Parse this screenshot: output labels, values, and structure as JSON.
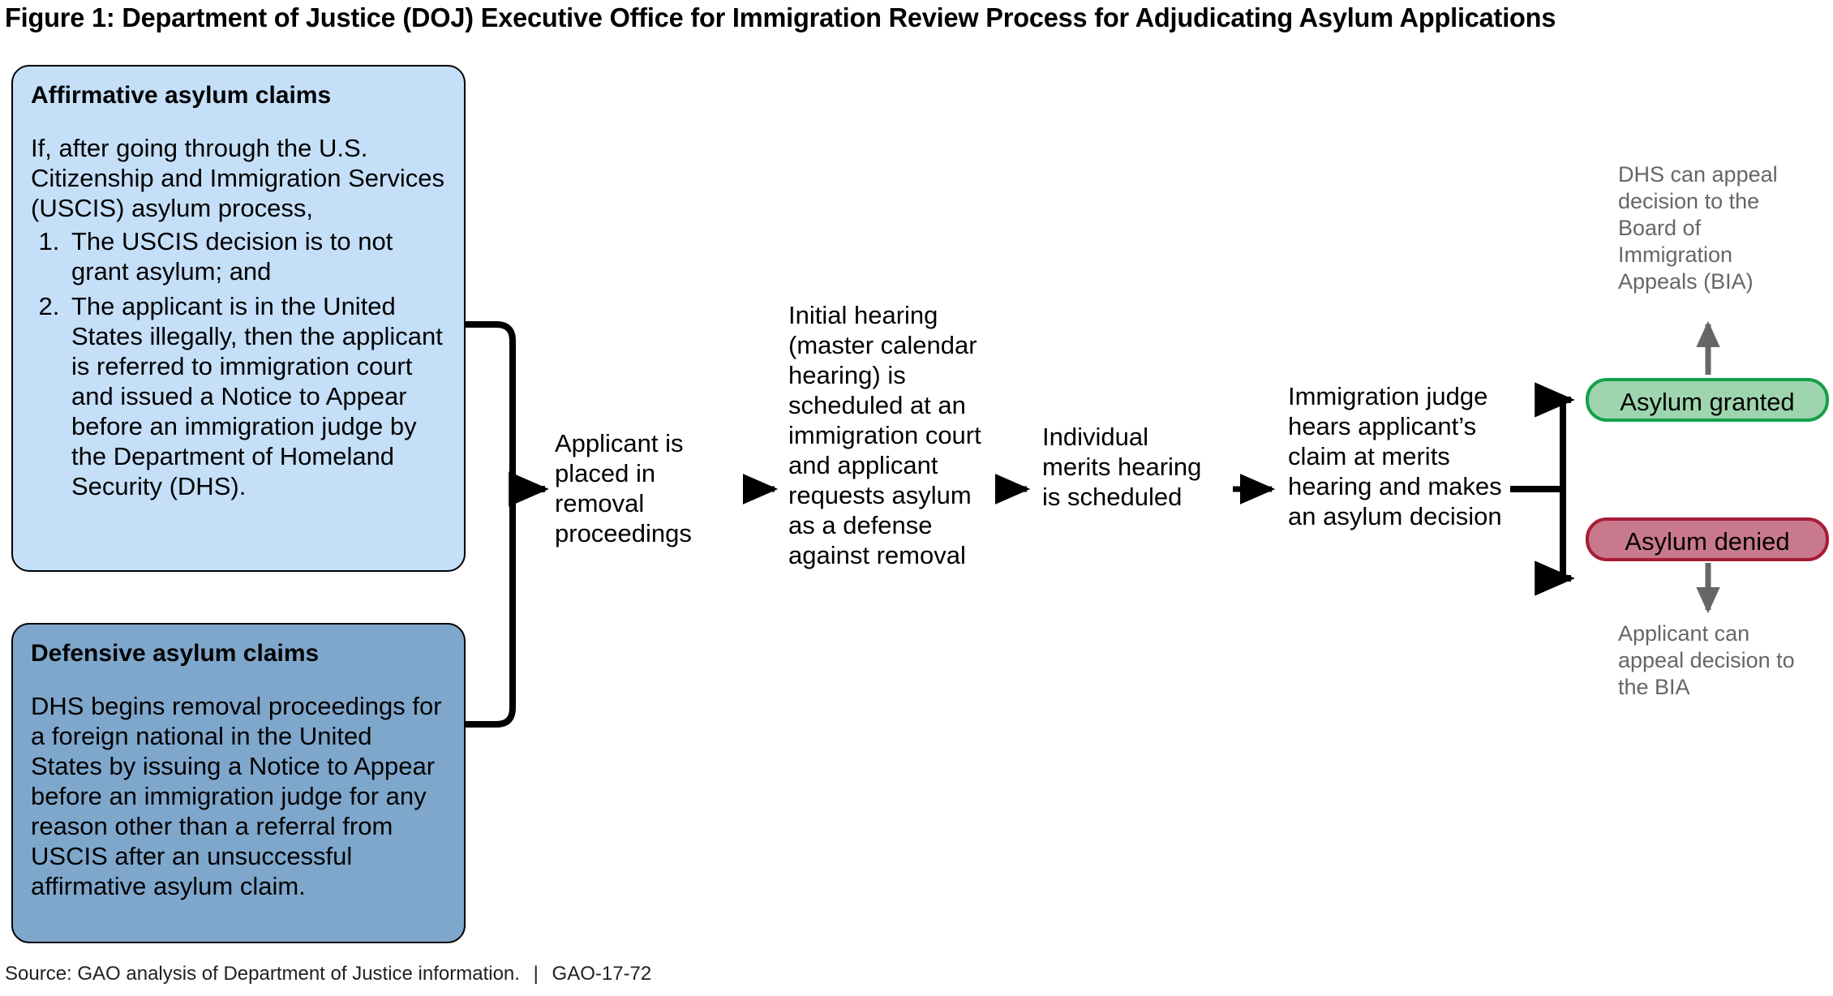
{
  "figure": {
    "title": "Figure 1: Department of Justice (DOJ) Executive Office for Immigration Review Process for Adjudicating Asylum Applications"
  },
  "colors": {
    "affirmative_fill": "#c5dff8",
    "defensive_fill": "#7fa7cc",
    "granted_fill": "#9ed5ae",
    "granted_border": "#15a04a",
    "denied_fill": "#c9798d",
    "denied_border": "#a81c36",
    "note_text": "#666666",
    "connector": "#000000",
    "appeal_arrow": "#666666"
  },
  "inputs": {
    "affirmative": {
      "heading": "Affirmative asylum claims",
      "intro": "If, after going through the U.S. Citizenship and Immigration Services (USCIS) asylum process,",
      "items": [
        "The USCIS decision is to not grant asylum; and",
        "The applicant is in the United States illegally, then the applicant is referred to immigration court and issued a Notice to Appear before an immigration judge by the Department of Homeland Security (DHS)."
      ]
    },
    "defensive": {
      "heading": "Defensive asylum claims",
      "body": "DHS begins removal proceedings for a foreign national in the United States by issuing a Notice to Appear before an immigration judge for any reason other than a referral from USCIS after an unsuccessful affirmative asylum claim."
    }
  },
  "process_steps": [
    {
      "id": "removal",
      "label": "Applicant is placed in removal proceedings"
    },
    {
      "id": "initial-hearing",
      "label": "Initial hearing (master calendar hearing) is scheduled at an immigration court and applicant requests asylum as a defense against removal"
    },
    {
      "id": "individual-merits",
      "label": "Individual merits hearing is scheduled"
    },
    {
      "id": "judge-decision",
      "label": "Immigration judge hears applicant’s claim at merits hearing and makes an asylum decision"
    }
  ],
  "outcomes": [
    {
      "id": "granted",
      "label": "Asylum granted",
      "note": "DHS can appeal decision to the Board of Immigration Appeals (BIA)"
    },
    {
      "id": "denied",
      "label": "Asylum denied",
      "note": "Applicant can appeal decision to the BIA"
    }
  ],
  "footer": {
    "source": "Source: GAO analysis of Department of Justice information.",
    "separator": "|",
    "report_id": "GAO-17-72"
  }
}
